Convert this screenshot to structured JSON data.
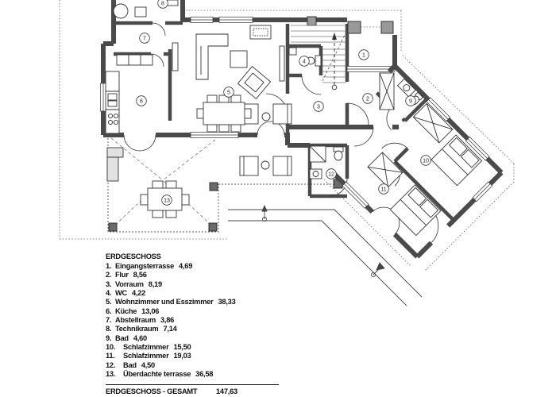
{
  "legend": {
    "title": "ERDGESCHOSS",
    "rooms": [
      {
        "no": "1",
        "name": "Eingangsterrasse",
        "area": "4,69"
      },
      {
        "no": "2",
        "name": "Flur",
        "area": "8,56"
      },
      {
        "no": "3",
        "name": "Vorraum",
        "area": "8,19"
      },
      {
        "no": "4",
        "name": "WC",
        "area": "4,22"
      },
      {
        "no": "5",
        "name": "Wohnzimmer und Esszimmer",
        "area": "38,33"
      },
      {
        "no": "6",
        "name": "Küche",
        "area": "13,06"
      },
      {
        "no": "7",
        "name": "Abstellraum",
        "area": "3,86"
      },
      {
        "no": "8",
        "name": "Technikraum",
        "area": "7,14"
      },
      {
        "no": "9",
        "name": "Bad",
        "area": "4,60"
      },
      {
        "no": "10",
        "name": "Schlafzimmer",
        "area": "15,50"
      },
      {
        "no": "11",
        "name": "Schlafzimmer",
        "area": "19,03"
      },
      {
        "no": "12",
        "name": "Bad",
        "area": "4,50"
      },
      {
        "no": "13",
        "name": "Überdachte terrasse",
        "area": "36,58"
      }
    ],
    "total_label": "ERDGESCHOSS - GESAMT",
    "total_value": "147,63"
  },
  "plan": {
    "ink": "#4a4a4a",
    "thin_ink": "#333333",
    "pier_fill": "#999999",
    "post_fill": "#6b6b6b"
  }
}
